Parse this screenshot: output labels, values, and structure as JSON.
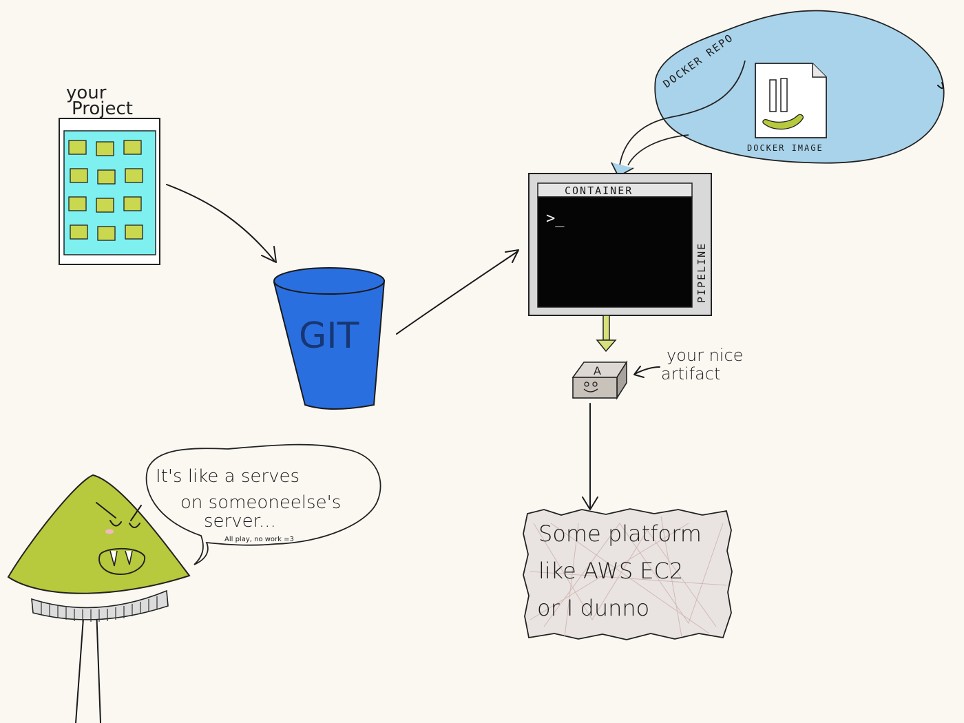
{
  "labels": {
    "project": [
      "your",
      "Project"
    ],
    "git": "GIT",
    "container": "CONTAINER",
    "pipeline": "PIPELINE",
    "prompt": ">_",
    "docker_repo": "DOCKER REPO",
    "docker_image": "DOCKER IMAGE",
    "artifact_letter": "A",
    "artifact": [
      "your nice",
      "artifact"
    ],
    "platform": [
      "Some platform",
      "like AWS EC2",
      "or I dunno"
    ],
    "speech": [
      "It's like a serves",
      "on someoneelse's",
      "server..."
    ],
    "speech_small": "All play, no work =3"
  },
  "colors": {
    "background": "#fbf8f2",
    "screen": "#7ff0f0",
    "tile": "#c9d84e",
    "bucket": "#2a6fe0",
    "cloud": "#a9d3ea",
    "terminal_frame": "#d9d9d9",
    "terminal_screen": "#050505",
    "character": "#b7c93c",
    "platform": "#e9e4e2"
  }
}
